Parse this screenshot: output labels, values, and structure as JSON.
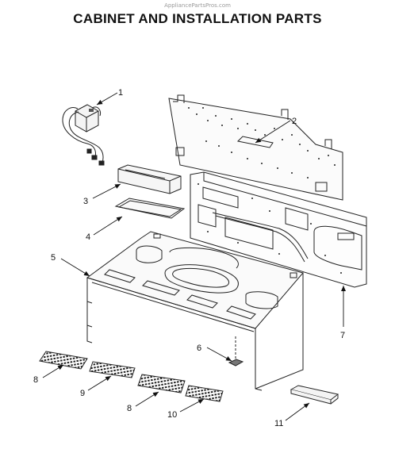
{
  "watermark": "AppliancePartsPros.com",
  "title": "CABINET AND INSTALLATION PARTS",
  "callouts": [
    "1",
    "2",
    "3",
    "4",
    "5",
    "6",
    "7",
    "8",
    "9",
    "8",
    "10",
    "11"
  ]
}
